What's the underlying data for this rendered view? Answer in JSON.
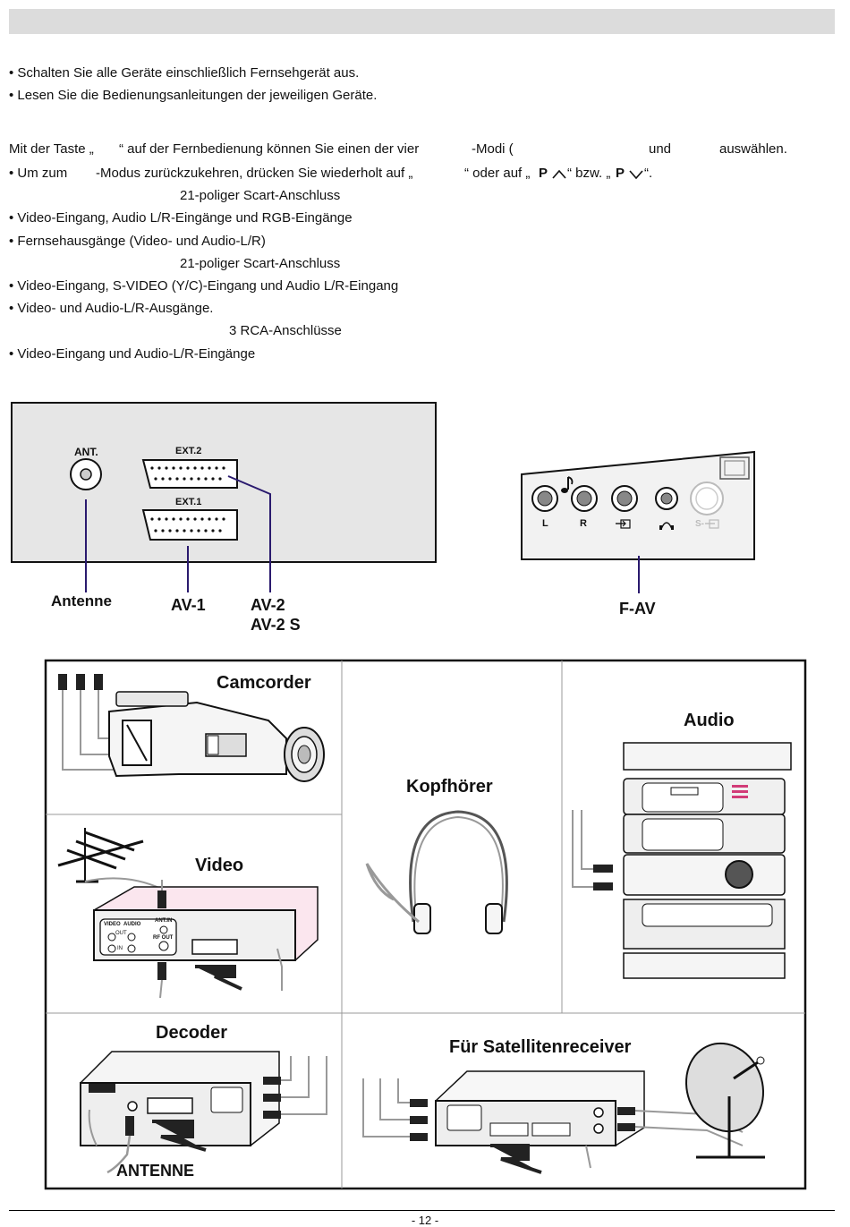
{
  "instructions": {
    "bullet_1": "• Schalten Sie alle Geräte einschließlich Fernsehgerät aus.",
    "bullet_2": "• Lesen Sie die Bedienungsanleitungen der jeweiligen Geräte."
  },
  "mode_text": {
    "line_1a": "Mit der Taste „",
    "line_1b": "“ auf der Fernbedienung können Sie einen der vier",
    "line_1c": "-Modi (",
    "line_1d": "und",
    "line_1e": "auswählen.",
    "line_2a": "• Um zum",
    "line_2b": "-Modus zurückzukehren, drücken Sie wiederholt auf „",
    "line_2c": "“ oder auf „",
    "line_2d": "P",
    "line_2e": "“ bzw. „",
    "line_2f": "P",
    "line_2g": "“."
  },
  "connections": {
    "scart1_title": "21-poliger Scart-Anschluss",
    "scart1_b1": "• Video-Eingang, Audio L/R-Eingänge und RGB-Eingänge",
    "scart1_b2": "• Fernsehausgänge (Video- und Audio-L/R)",
    "scart2_title": "21-poliger Scart-Anschluss",
    "scart2_b1": "• Video-Eingang, S-VIDEO (Y/C)-Eingang und Audio L/R-Eingang",
    "scart2_b2": "• Video- und Audio-L/R-Ausgänge.",
    "rca_title": "3 RCA-Anschlüsse",
    "rca_b1": "• Video-Eingang und Audio-L/R-Eingänge"
  },
  "rear_panel": {
    "ant": "ANT.",
    "ext2": "EXT.2",
    "ext1": "EXT.1",
    "label_antenne": "Antenne",
    "label_av1": "AV-1",
    "label_av2": "AV-2",
    "label_av2s": "AV-2 S"
  },
  "side_panel": {
    "l": "L",
    "r": "R",
    "s": "S-",
    "label_fav": "F-AV"
  },
  "devices": {
    "camcorder": "Camcorder",
    "audio": "Audio",
    "kopfhoerer": "Kopfhörer",
    "video": "Video",
    "decoder": "Decoder",
    "satellite": "Für Satellitenreceiver",
    "antenne": "ANTENNE"
  },
  "vcr_labels": {
    "video": "VIDEO",
    "audio": "AUDIO",
    "out": "OUT",
    "in": "IN",
    "ant_in": "ANT.IN",
    "rf_out": "RF OUT"
  },
  "footer": {
    "page": "- 12 -"
  },
  "colors": {
    "accent_line": "#2a1a6e",
    "header_bar": "#dcdcdc",
    "pink": "#d23c78"
  }
}
